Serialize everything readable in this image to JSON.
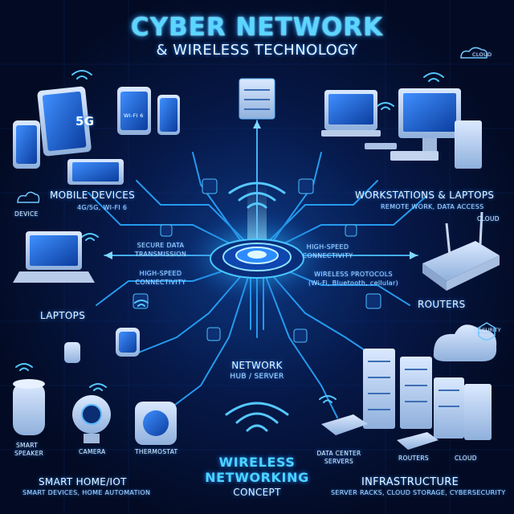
{
  "title": {
    "line1": "CYBER NETWORK",
    "line2": "& WIRELESS TECHNOLOGY"
  },
  "sections": {
    "mobile": {
      "title": "MOBILE DEVICES",
      "subtitle": "4G/5G, WI-FI 6",
      "badge_5g": "5G",
      "badge_wifi": "WI-FI 6"
    },
    "workstations": {
      "title": "WORKSTATIONS & LAPTOPS",
      "subtitle": "REMOTE WORK, DATA ACCESS"
    },
    "laptops": {
      "title": "LAPTOPS"
    },
    "routers": {
      "title": "ROUTERS"
    },
    "smart_home": {
      "title": "SMART HOME/IoT",
      "subtitle": "SMART DEVICES, HOME AUTOMATION"
    },
    "infrastructure": {
      "title": "INFRASTRUCTURE",
      "subtitle": "SERVER RACKS, CLOUD STORAGE, CYBERSECURITY"
    }
  },
  "hub": {
    "line1": "NETWORK",
    "line2": "HUB / SERVER"
  },
  "links": {
    "secure_data": "SECURE DATA",
    "transmission": "TRANSMISSION",
    "high_speed_left_1": "HIGH-SPEED",
    "high_speed_left_2": "CONNECTIVITY",
    "high_speed_right_1": "HIGH-SPEED",
    "high_speed_right_2": "CONNECTIVITY",
    "protocols_1": "WIRELESS PROTOCOLS",
    "protocols_2": "(Wi-Fi, Bluetooth, cellular)"
  },
  "small_labels": {
    "device": "DEVICE",
    "cloud_top": "CLOUD",
    "cloud_right": "CLOUD",
    "security": "SECURITY",
    "cloud_tag": "CLOUD"
  },
  "devices": {
    "smart_speaker_1": "SMART",
    "smart_speaker_2": "SPEAKER",
    "camera": "CAMERA",
    "thermostat": "THERMOSTAT",
    "data_center_1": "DATA CENTER",
    "data_center_2": "SERVERS",
    "routers": "ROUTERS",
    "cloud": "CLOUD"
  },
  "concept": {
    "line1": "WIRELESS",
    "line2": "NETWORKING",
    "line3": "CONCEPT"
  },
  "colors": {
    "background": "#030b24",
    "accent": "#4cd4ff",
    "line": "#29a8ff",
    "glow": "#1e8bff"
  }
}
